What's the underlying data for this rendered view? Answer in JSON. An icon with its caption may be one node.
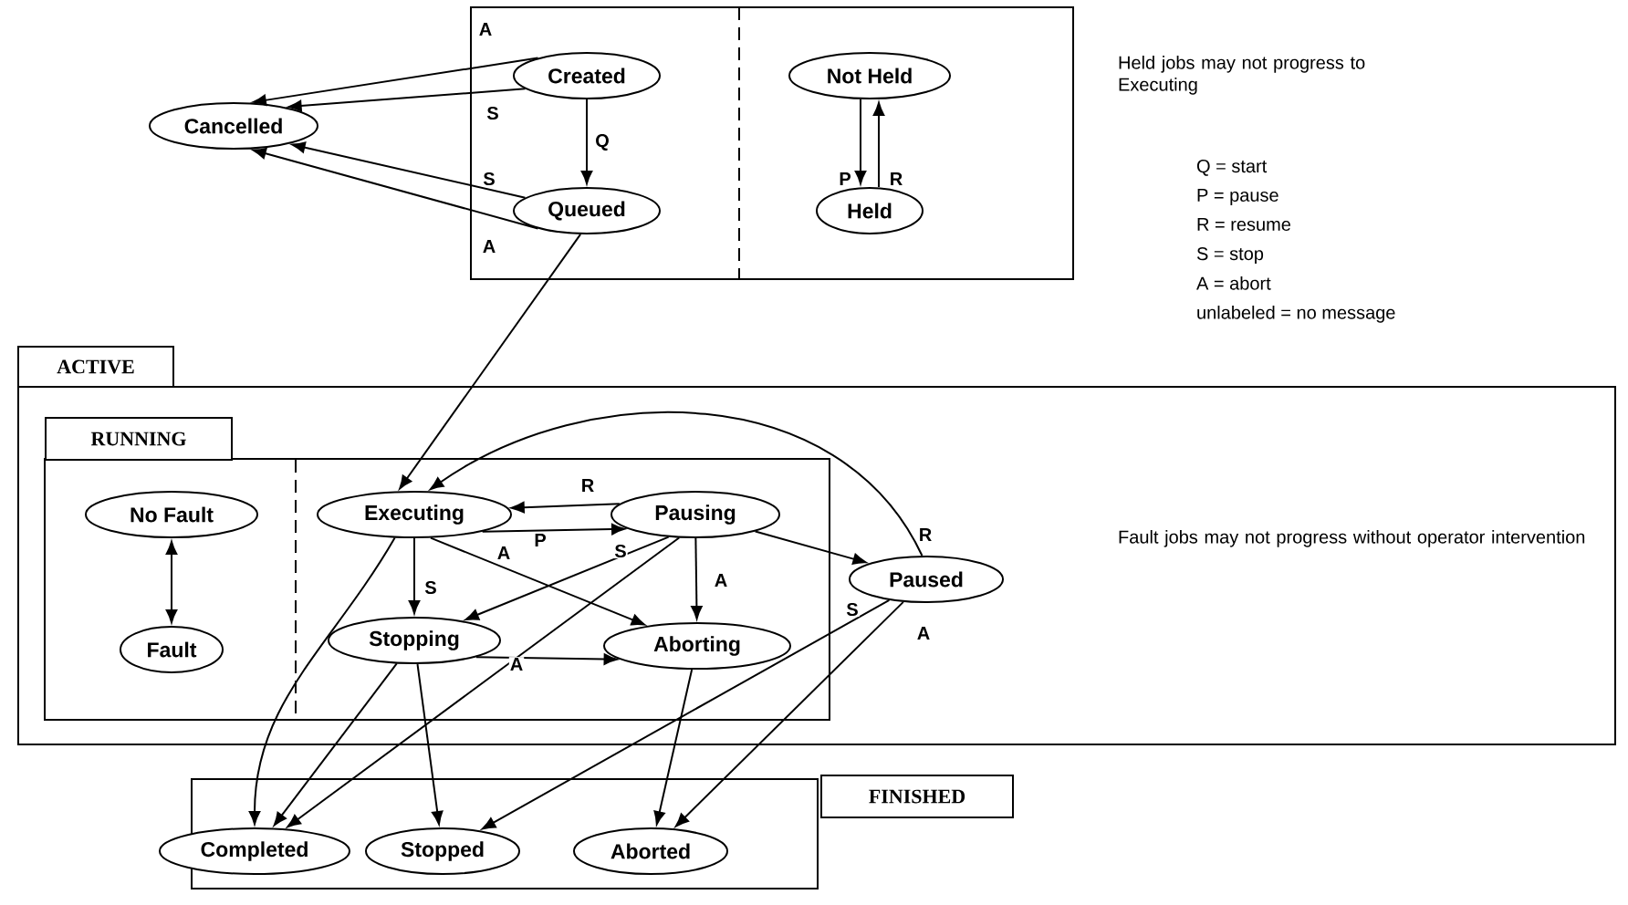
{
  "diagram": {
    "nodes": [
      {
        "text": [],
        "shape": "box"
      },
      {
        "text": [
          "ACTIVE"
        ]
      },
      {
        "text": [
          "RUNNING"
        ],
        "in": 1
      },
      {
        "text": [
          "FINISHED"
        ]
      },
      {
        "text": [
          "Cancelled"
        ]
      },
      {
        "text": [
          "Created"
        ],
        "in": 0
      },
      {
        "text": [
          "Queued"
        ],
        "in": 0
      },
      {
        "text": [
          "Not Held"
        ],
        "in": 0
      },
      {
        "text": [
          "Held"
        ],
        "in": 0
      },
      {
        "text": [
          "No Fault"
        ],
        "in": 2
      },
      {
        "text": [
          "Fault"
        ],
        "in": 2
      },
      {
        "text": [
          "Executing"
        ],
        "in": 2
      },
      {
        "text": [
          "Pausing"
        ],
        "in": 2
      },
      {
        "text": [
          "Stopping"
        ],
        "in": 2
      },
      {
        "text": [
          "Aborting"
        ],
        "in": 2
      },
      {
        "text": [
          "Paused"
        ],
        "in": 1
      },
      {
        "text": [
          "Completed"
        ],
        "in": 3
      },
      {
        "text": [
          "Stopped"
        ],
        "in": 3
      },
      {
        "text": [
          "Aborted"
        ],
        "in": 3
      }
    ],
    "edges": [
      {
        "from": 5,
        "to": 4,
        "arrow": "to",
        "label": "A"
      },
      {
        "from": 5,
        "to": 4,
        "arrow": "to",
        "label": "S"
      },
      {
        "from": 6,
        "to": 4,
        "arrow": "to",
        "label": "S"
      },
      {
        "from": 6,
        "to": 4,
        "arrow": "to",
        "label": "A"
      },
      {
        "from": 5,
        "to": 6,
        "arrow": "to",
        "label": "Q"
      },
      {
        "from": 7,
        "to": 8,
        "arrow": "to",
        "label": "P"
      },
      {
        "from": 8,
        "to": 7,
        "arrow": "to",
        "label": "R"
      },
      {
        "from": 9,
        "to": 10,
        "arrow": "both"
      },
      {
        "from": 6,
        "to": 11,
        "arrow": "to"
      },
      {
        "from": 12,
        "to": 11,
        "arrow": "to",
        "label": "R"
      },
      {
        "from": 11,
        "to": 12,
        "arrow": "to",
        "label": "P"
      },
      {
        "from": 11,
        "to": 13,
        "arrow": "to",
        "label": "S"
      },
      {
        "from": 11,
        "to": 14,
        "arrow": "to",
        "label": "A"
      },
      {
        "from": 12,
        "to": 13,
        "arrow": "to",
        "label": "S"
      },
      {
        "from": 12,
        "to": 14,
        "arrow": "to",
        "label": "A"
      },
      {
        "from": 12,
        "to": 15,
        "arrow": "to"
      },
      {
        "from": 15,
        "to": 11,
        "arrow": "to",
        "label": "R"
      },
      {
        "from": 13,
        "to": 14,
        "arrow": "to",
        "label": "A"
      },
      {
        "from": 11,
        "to": 16,
        "arrow": "to"
      },
      {
        "from": 12,
        "to": 16,
        "arrow": "to"
      },
      {
        "from": 13,
        "to": 16,
        "arrow": "to"
      },
      {
        "from": 13,
        "to": 17,
        "arrow": "to"
      },
      {
        "from": 14,
        "to": 18,
        "arrow": "to"
      },
      {
        "from": 15,
        "to": 17,
        "arrow": "to",
        "label": "S"
      },
      {
        "from": 15,
        "to": 18,
        "arrow": "to",
        "label": "A"
      }
    ],
    "labels": [
      "Held jobs may not progress to Executing",
      "Q = start",
      "P = pause",
      "R = resume",
      "S = stop",
      "A = abort",
      "unlabeled = no message",
      "Fault jobs may not progress without operator intervention"
    ]
  }
}
